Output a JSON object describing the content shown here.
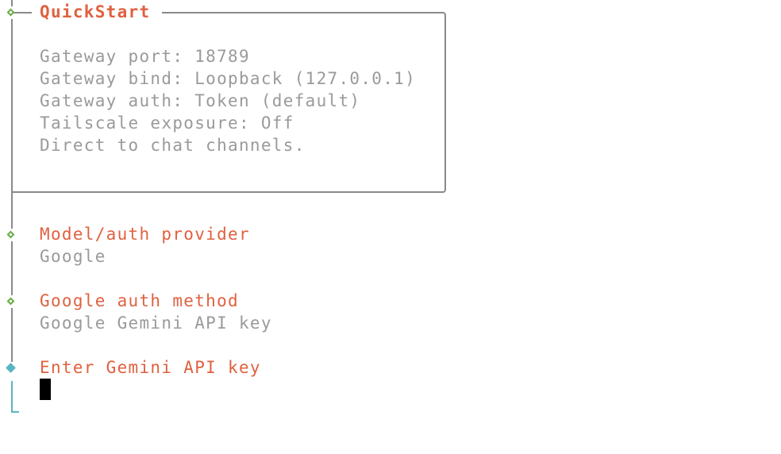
{
  "quickstart": {
    "title": "QuickStart",
    "lines": [
      "Gateway port: 18789",
      "Gateway bind: Loopback (127.0.0.1)",
      "Gateway auth: Token (default)",
      "Tailscale exposure: Off",
      "Direct to chat channels."
    ]
  },
  "steps": [
    {
      "label": "Model/auth provider",
      "value": "Google"
    },
    {
      "label": "Google auth method",
      "value": "Google Gemini API key"
    },
    {
      "label": "Enter Gemini API key",
      "value": ""
    }
  ],
  "colors": {
    "heading": "#e0613f",
    "muted": "#9a9a9a",
    "done": "#6aac46",
    "active": "#5ab4c4"
  }
}
